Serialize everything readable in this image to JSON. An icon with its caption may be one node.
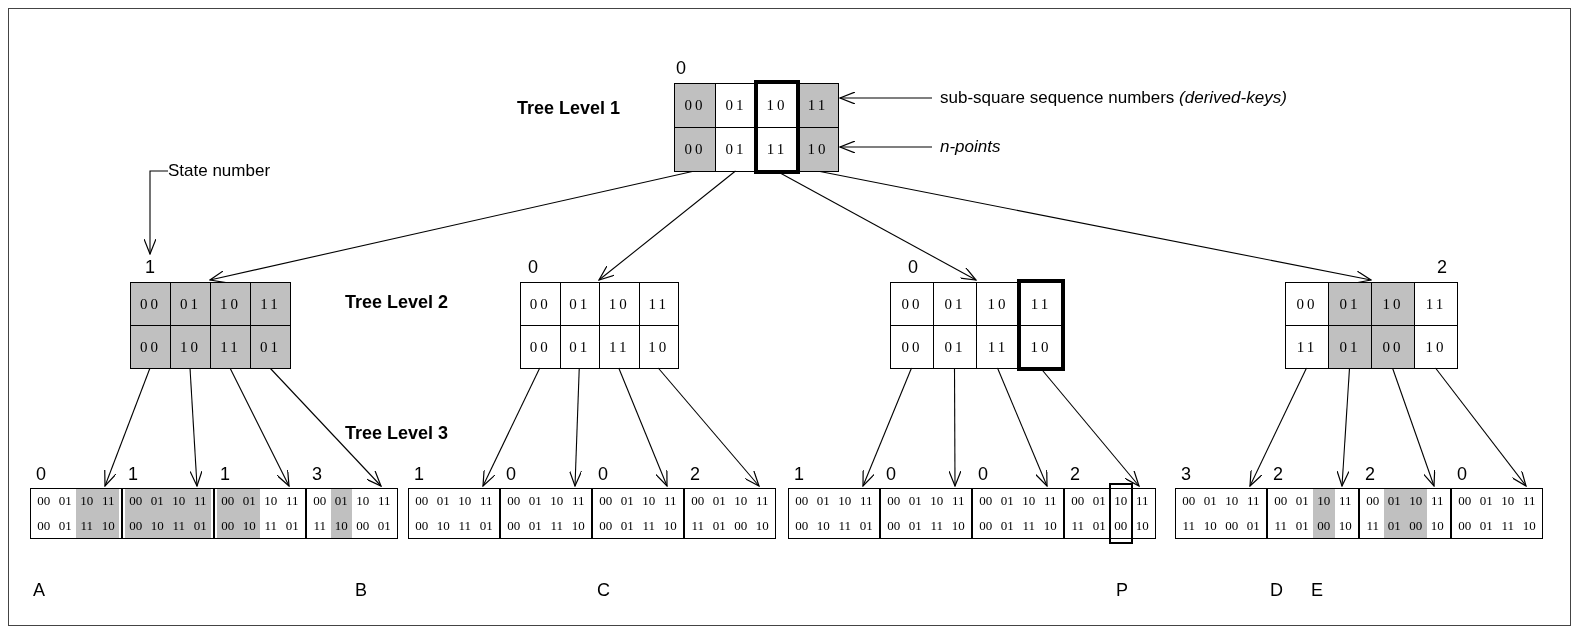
{
  "diagram": {
    "nodes": [
      {
        "text": [
          "00",
          "01",
          "10",
          "11",
          "00",
          "01",
          "11",
          "10"
        ],
        "beside": [
          "0"
        ]
      },
      {
        "text": [
          "sub-square sequence numbers *(derived-keys)*"
        ]
      },
      {
        "text": [
          "n-points"
        ]
      },
      {
        "text": [
          "State number"
        ]
      },
      {
        "text": [
          "00",
          "01",
          "10",
          "11",
          "00",
          "10",
          "11",
          "01"
        ],
        "beside": [
          "1"
        ]
      },
      {
        "text": [
          "00",
          "01",
          "10",
          "11",
          "00",
          "01",
          "11",
          "10"
        ],
        "beside": [
          "0"
        ]
      },
      {
        "text": [
          "00",
          "01",
          "10",
          "11",
          "00",
          "01",
          "11",
          "10"
        ],
        "beside": [
          "0"
        ]
      },
      {
        "text": [
          "00",
          "01",
          "10",
          "11",
          "11",
          "01",
          "00",
          "10"
        ],
        "beside": [
          "2"
        ]
      },
      {
        "text": [
          "00",
          "01",
          "10",
          "11",
          "00",
          "01",
          "11",
          "10"
        ],
        "beside": [
          "0"
        ]
      },
      {
        "text": [
          "00",
          "01",
          "10",
          "11",
          "00",
          "10",
          "11",
          "01"
        ],
        "beside": [
          "1"
        ]
      },
      {
        "text": [
          "00",
          "01",
          "10",
          "11",
          "00",
          "10",
          "11",
          "01"
        ],
        "beside": [
          "1"
        ]
      },
      {
        "text": [
          "00",
          "01",
          "10",
          "11",
          "11",
          "10",
          "00",
          "01"
        ],
        "beside": [
          "3"
        ]
      },
      {
        "text": [
          "00",
          "01",
          "10",
          "11",
          "00",
          "10",
          "11",
          "01"
        ],
        "beside": [
          "1"
        ]
      },
      {
        "text": [
          "00",
          "01",
          "10",
          "11",
          "00",
          "01",
          "11",
          "10"
        ],
        "beside": [
          "0"
        ]
      },
      {
        "text": [
          "00",
          "01",
          "10",
          "11",
          "00",
          "01",
          "11",
          "10"
        ],
        "beside": [
          "0"
        ]
      },
      {
        "text": [
          "00",
          "01",
          "10",
          "11",
          "11",
          "01",
          "00",
          "10"
        ],
        "beside": [
          "2"
        ]
      },
      {
        "text": [
          "00",
          "01",
          "10",
          "11",
          "00",
          "10",
          "11",
          "01"
        ],
        "beside": [
          "1"
        ]
      },
      {
        "text": [
          "00",
          "01",
          "10",
          "11",
          "00",
          "01",
          "11",
          "10"
        ],
        "beside": [
          "0"
        ]
      },
      {
        "text": [
          "00",
          "01",
          "10",
          "11",
          "00",
          "01",
          "11",
          "10"
        ],
        "beside": [
          "0"
        ]
      },
      {
        "text": [
          "00",
          "01",
          "10",
          "11",
          "11",
          "01",
          "00",
          "10"
        ],
        "beside": [
          "2"
        ]
      },
      {
        "text": [
          "00",
          "01",
          "10",
          "11",
          "11",
          "10",
          "00",
          "01"
        ],
        "beside": [
          "3"
        ]
      },
      {
        "text": [
          "00",
          "01",
          "10",
          "11",
          "11",
          "01",
          "00",
          "10"
        ],
        "beside": [
          "2"
        ]
      },
      {
        "text": [
          "00",
          "01",
          "10",
          "11",
          "11",
          "01",
          "00",
          "10"
        ],
        "beside": [
          "2"
        ]
      },
      {
        "text": [
          "00",
          "01",
          "10",
          "11",
          "00",
          "01",
          "11",
          "10"
        ],
        "beside": [
          "0"
        ]
      }
    ],
    "edges": [
      {
        "from": 0,
        "to": 4,
        "arrow": "to"
      },
      {
        "from": 0,
        "to": 5,
        "arrow": "to"
      },
      {
        "from": 0,
        "to": 6,
        "arrow": "to"
      },
      {
        "from": 0,
        "to": 7,
        "arrow": "to"
      },
      {
        "from": 4,
        "to": 8,
        "arrow": "to"
      },
      {
        "from": 4,
        "to": 9,
        "arrow": "to"
      },
      {
        "from": 4,
        "to": 10,
        "arrow": "to"
      },
      {
        "from": 4,
        "to": 11,
        "arrow": "to"
      },
      {
        "from": 5,
        "to": 12,
        "arrow": "to"
      },
      {
        "from": 5,
        "to": 13,
        "arrow": "to"
      },
      {
        "from": 5,
        "to": 14,
        "arrow": "to"
      },
      {
        "from": 5,
        "to": 15,
        "arrow": "to"
      },
      {
        "from": 6,
        "to": 16,
        "arrow": "to"
      },
      {
        "from": 6,
        "to": 17,
        "arrow": "to"
      },
      {
        "from": 6,
        "to": 18,
        "arrow": "to"
      },
      {
        "from": 6,
        "to": 19,
        "arrow": "to"
      },
      {
        "from": 7,
        "to": 20,
        "arrow": "to"
      },
      {
        "from": 7,
        "to": 21,
        "arrow": "to"
      },
      {
        "from": 7,
        "to": 22,
        "arrow": "to"
      },
      {
        "from": 7,
        "to": 23,
        "arrow": "to"
      },
      {
        "from": 1,
        "to": 0,
        "arrow": "to"
      },
      {
        "from": 2,
        "to": 0,
        "arrow": "to"
      },
      {
        "from": 3,
        "to": 4,
        "arrow": "to"
      }
    ],
    "labels": [
      "Tree Level 1",
      "Tree Level 2",
      "Tree Level 3",
      "A",
      "B",
      "C",
      "P",
      "D",
      "E"
    ]
  }
}
